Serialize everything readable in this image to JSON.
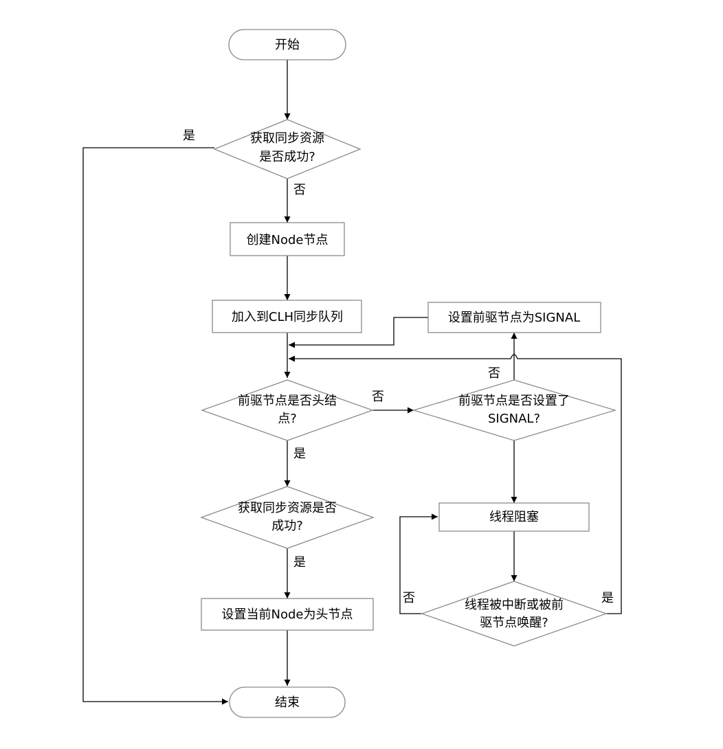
{
  "nodes": {
    "start": "开始",
    "acquire1": [
      "获取同步资源",
      "是否成功?"
    ],
    "create_node": "创建Node节点",
    "enqueue": "加入到CLH同步队列",
    "set_signal": "设置前驱节点为SIGNAL",
    "pred_is_head": [
      "前驱节点是否头结",
      "点?"
    ],
    "pred_signal": [
      "前驱节点是否设置了",
      "SIGNAL?"
    ],
    "acquire2": [
      "获取同步资源是否",
      "成功?"
    ],
    "block": "线程阻塞",
    "set_head": "设置当前Node为头节点",
    "interrupted": [
      "线程被中断或被前",
      "驱节点唤醒?"
    ],
    "end": "结束"
  },
  "edge_labels": {
    "acquire1_yes": "是",
    "acquire1_no": "否",
    "pred_head_no": "否",
    "pred_head_yes": "是",
    "pred_signal_no": "否",
    "acquire2_yes": "是",
    "interrupted_no": "否",
    "interrupted_yes": "是"
  }
}
